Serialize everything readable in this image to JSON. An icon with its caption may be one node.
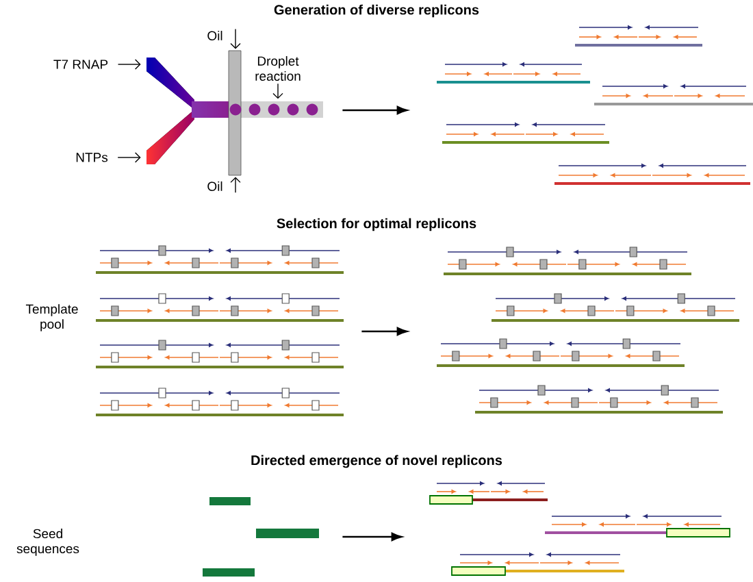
{
  "diagram": {
    "nodes": [
      {
        "text": [
          "T7 RNAP"
        ]
      },
      {
        "text": [
          "NTPs"
        ]
      },
      {
        "text": [
          "Oil"
        ]
      },
      {
        "text": [
          "Oil"
        ]
      },
      {
        "text": [
          "Droplet reaction"
        ],
        "in": 5
      },
      {
        "text": [],
        "shape": "picture"
      },
      {
        "text": [],
        "shape": "picture"
      },
      {
        "text": [
          "Template pool"
        ]
      },
      {
        "text": [],
        "shape": "picture"
      },
      {
        "text": [],
        "shape": "picture"
      },
      {
        "text": [
          "Seed sequences"
        ]
      },
      {
        "text": [],
        "shape": "picture"
      },
      {
        "text": [],
        "shape": "picture"
      }
    ],
    "edges": [
      {
        "from": 0,
        "to": 5,
        "arrow": "to"
      },
      {
        "from": 1,
        "to": 5,
        "arrow": "to"
      },
      {
        "from": 2,
        "to": 5,
        "arrow": "to"
      },
      {
        "from": 3,
        "to": 5,
        "arrow": "to"
      },
      {
        "from": 4,
        "to": null,
        "arrow": "to"
      },
      {
        "from": 5,
        "to": 6,
        "arrow": "to"
      },
      {
        "from": 8,
        "to": 9,
        "arrow": "to"
      },
      {
        "from": 11,
        "to": 12,
        "arrow": "to"
      }
    ],
    "labels": [
      "Generation of diverse replicons",
      "Selection for optimal replicons",
      "Directed emergence of novel replicons"
    ]
  }
}
